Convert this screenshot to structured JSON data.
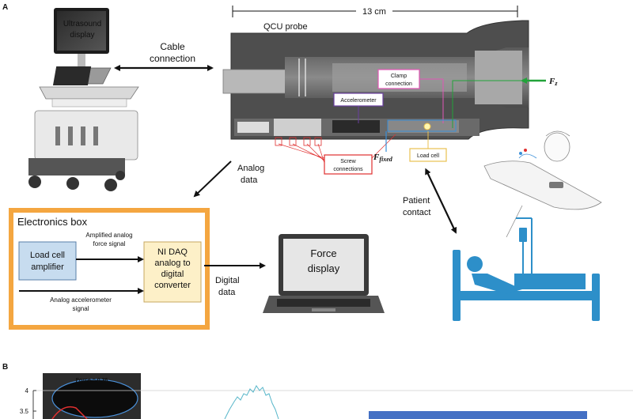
{
  "panels": {
    "a": "A",
    "b": "B"
  },
  "ultrasound": {
    "label_line1": "Ultrasound",
    "label_line2": "display"
  },
  "cable": {
    "line1": "Cable",
    "line2": "connection"
  },
  "probe": {
    "title": "QCU probe",
    "length": "13 cm",
    "clamp_line1": "Clamp",
    "clamp_line2": "connection",
    "accelerometer": "Accelerometer",
    "screw_line1": "Screw",
    "screw_line2": "connections",
    "load_cell": "Load cell",
    "f_fixed_main": "F",
    "f_fixed_sub": "fixed",
    "fz_main": "F",
    "fz_sub": "z"
  },
  "analog_data": {
    "line1": "Analog",
    "line2": "data"
  },
  "patient_contact": {
    "line1": "Patient",
    "line2": "contact"
  },
  "electronics": {
    "title": "Electronics box",
    "load_cell_amp_line1": "Load cell",
    "load_cell_amp_line2": "amplifier",
    "amp_signal_line1": "Amplified analog",
    "amp_signal_line2": "force signal",
    "daq_line1": "NI DAQ",
    "daq_line2": "analog to",
    "daq_line3": "digital",
    "daq_line4": "converter",
    "accel_signal_line1": "Analog accelerometer",
    "accel_signal_line2": "signal"
  },
  "digital_data": {
    "line1": "Digital",
    "line2": "data"
  },
  "laptop": {
    "line1": "Force",
    "line2": "display"
  },
  "panel_b": {
    "force_readout": "Force = 0.36",
    "y_ticks": [
      "4",
      "3.5"
    ]
  },
  "colors": {
    "orange": "#f4a640",
    "amp_fill": "#c7dcef",
    "daq_fill": "#fdf0c8",
    "clamp": "#e055b5",
    "accelerometer": "#6a3fa0",
    "screw": "#e03030",
    "load_cell": "#e8c050",
    "green": "#22a33a",
    "patient_blue": "#2d8fc9"
  }
}
